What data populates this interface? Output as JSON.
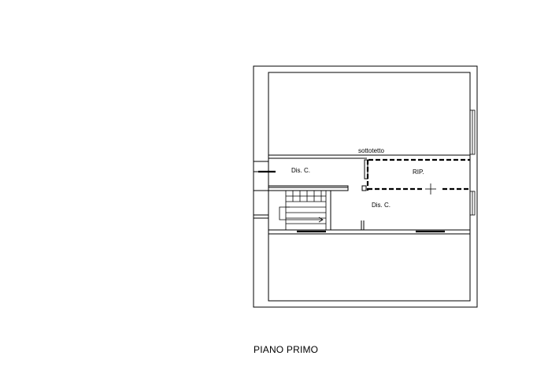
{
  "plan": {
    "title": "PIANO PRIMO",
    "rooms": {
      "sottotetto": "sottotetto",
      "dis_c_left": "Dis. C.",
      "rip": "RIP.",
      "dis_c_right": "Dis. C."
    }
  }
}
